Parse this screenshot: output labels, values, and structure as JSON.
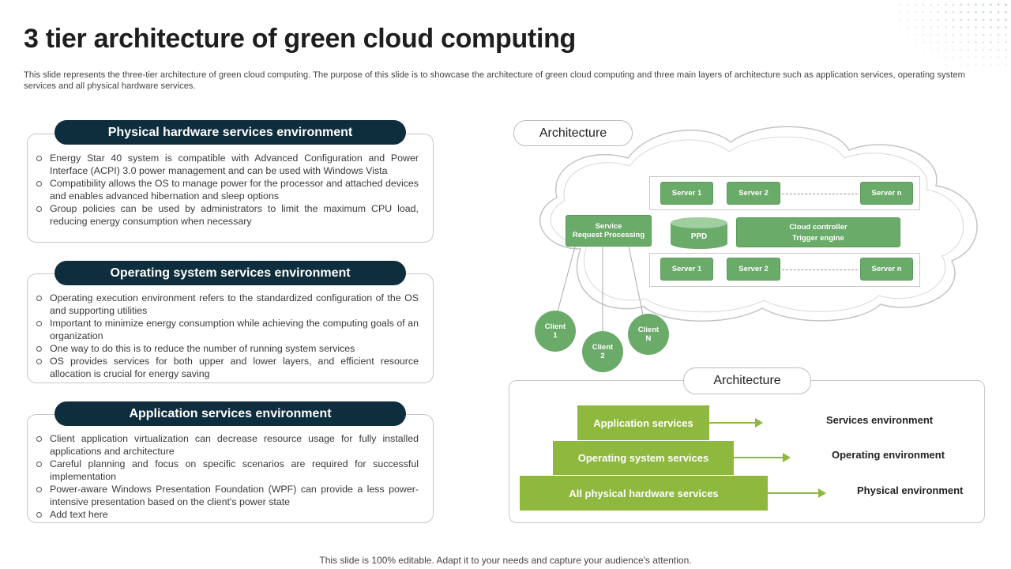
{
  "title": "3 tier architecture of green cloud computing",
  "subtitle": "This slide represents the three-tier architecture of green cloud computing. The purpose of this slide is to showcase the architecture of green cloud computing and three main layers of architecture such as application services, operating system services and all physical hardware services.",
  "panels": [
    {
      "heading": "Physical hardware services environment",
      "bullets": [
        "Energy Star 40 system is compatible with Advanced Configuration and Power Interface (ACPI) 3.0 power management and can be used with Windows Vista",
        "Compatibility allows the OS to manage power for the processor and attached devices and enables advanced hibernation and sleep options",
        "Group policies can be used by administrators to limit the maximum CPU load, reducing energy consumption when necessary"
      ]
    },
    {
      "heading": "Operating system services environment",
      "bullets": [
        "Operating execution environment refers to the standardized configuration of the OS and supporting utilities",
        "Important to minimize energy consumption while achieving the computing goals of an organization",
        "One way to do this is to reduce the number of running system services",
        "OS provides services for both upper and lower layers, and efficient resource allocation is crucial for energy saving"
      ]
    },
    {
      "heading": "Application services environment",
      "bullets": [
        "Client application virtualization can decrease resource usage for fully installed applications and architecture",
        "Careful planning and focus on specific scenarios are required for successful implementation",
        "Power-aware Windows Presentation Foundation (WPF) can provide a less power-intensive presentation based on the client's power state",
        "Add text here"
      ]
    }
  ],
  "diagram": {
    "label": "Architecture",
    "server_rows": [
      [
        "Server 1",
        "Server 2",
        "Server n"
      ],
      [
        "Server 1",
        "Server 2",
        "Server n"
      ]
    ],
    "service_request": "Service Request Processing",
    "ppd": "PPD",
    "cloud_controller": "Cloud controller",
    "trigger_engine": "Trigger engine",
    "clients": [
      "Client 1",
      "Client 2",
      "Client N"
    ]
  },
  "layers": {
    "label": "Architecture",
    "items": [
      {
        "name": "Application services",
        "env": "Services environment"
      },
      {
        "name": "Operating system services",
        "env": "Operating environment"
      },
      {
        "name": "All physical hardware services",
        "env": "Physical environment"
      }
    ]
  },
  "colors": {
    "navy": "#0e2d3d",
    "green": "#6aab6a",
    "lime": "#8fb83e"
  },
  "footer": "This slide is 100% editable. Adapt it to your needs and capture your audience's attention."
}
